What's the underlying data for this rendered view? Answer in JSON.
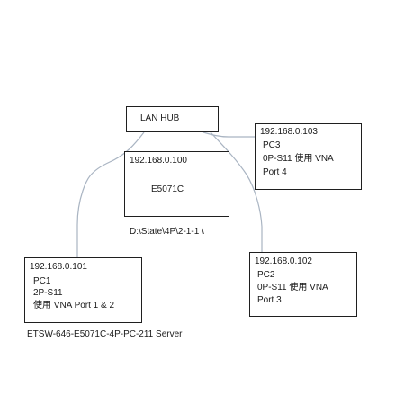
{
  "hub": {
    "label": "LAN  HUB"
  },
  "pc3": {
    "ip": "192.168.0.103",
    "name": "PC3",
    "desc": "0P-S11 使用 VNA",
    "port": "Port 4"
  },
  "e5071c": {
    "ip": "192.168.0.100",
    "name": "E5071C",
    "path": "D:\\State\\4P\\2-1-1 \\"
  },
  "pc1": {
    "ip": "192.168.0.101",
    "name": "PC1",
    "desc": "2P-S11",
    "port": "使用 VNA Port 1 & 2",
    "server": "ETSW-646-E5071C-4P-PC-211 Server"
  },
  "pc2": {
    "ip": "192.168.0.102",
    "name": "PC2",
    "desc": "0P-S11 使用 VNA",
    "port": "Port 3"
  },
  "colors": {
    "box_border": "#1f1f1f",
    "link": "#a9b4c2",
    "text": "#1a1a1a"
  }
}
